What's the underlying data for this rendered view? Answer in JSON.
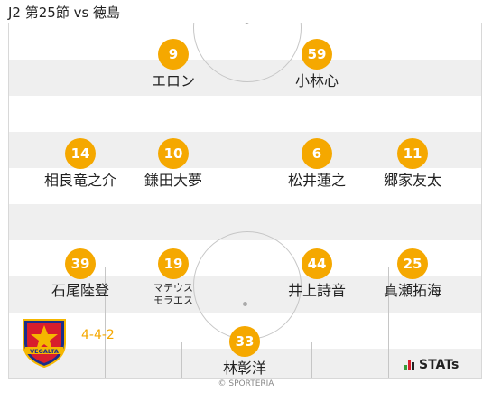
{
  "match": {
    "title": "J2 第25節 vs 徳島"
  },
  "formation": "4-4-2",
  "players": {
    "fw_left": {
      "number": "9",
      "name": "エロン"
    },
    "fw_right": {
      "number": "59",
      "name": "小林心"
    },
    "mf_1": {
      "number": "14",
      "name": "相良竜之介"
    },
    "mf_2": {
      "number": "10",
      "name": "鎌田大夢"
    },
    "mf_3": {
      "number": "6",
      "name": "松井蓮之"
    },
    "mf_4": {
      "number": "11",
      "name": "郷家友太"
    },
    "df_1": {
      "number": "39",
      "name": "石尾陸登"
    },
    "df_2": {
      "number": "19",
      "name": "マテウス\nモラエス"
    },
    "df_3": {
      "number": "44",
      "name": "井上詩音"
    },
    "df_4": {
      "number": "25",
      "name": "真瀬拓海"
    },
    "gk": {
      "number": "33",
      "name": "林彰洋"
    }
  },
  "logo_text": "VEGALTA",
  "brand": {
    "stats_label": "STATs"
  },
  "credit": "© SPORTERIA",
  "colors": {
    "badge": "#f5a800",
    "formation": "#f5a800",
    "pitch_stripe_dark": "#efefef",
    "pitch_stripe_light": "#ffffff",
    "pitch_lines": "#c6c6c6"
  }
}
